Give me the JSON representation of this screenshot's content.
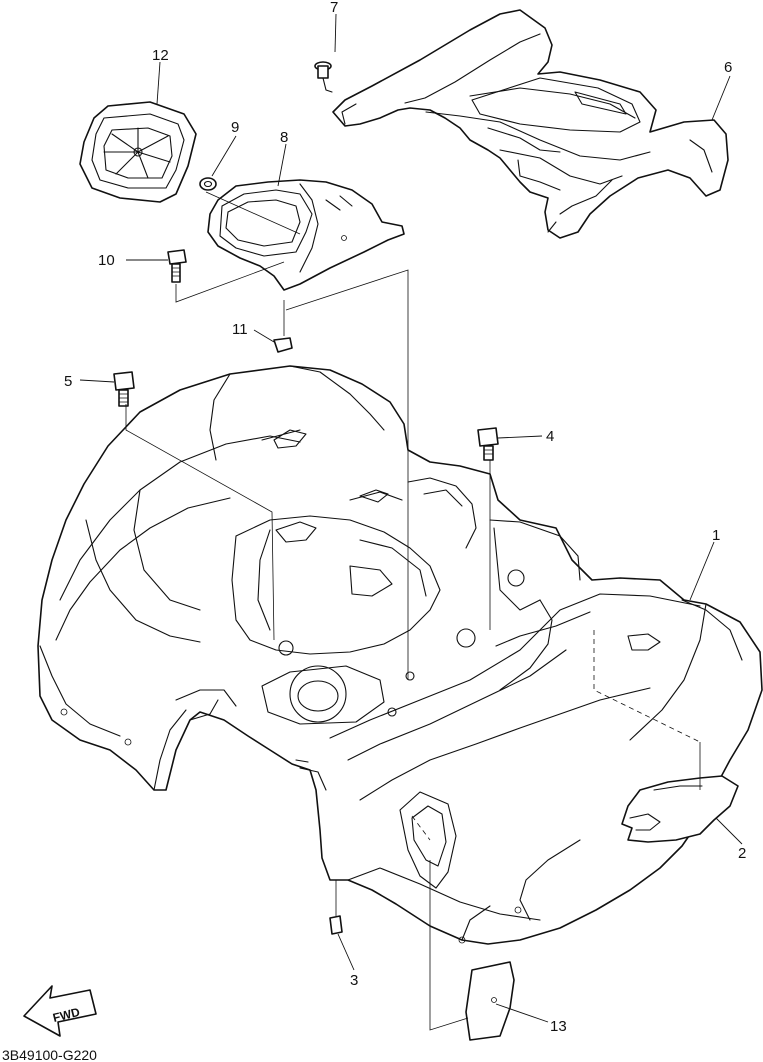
{
  "diagram": {
    "code": "3B49100-G220",
    "fwd_label": "FWD",
    "callouts": [
      "1",
      "2",
      "3",
      "4",
      "5",
      "6",
      "7",
      "8",
      "9",
      "10",
      "11",
      "12",
      "13"
    ]
  }
}
